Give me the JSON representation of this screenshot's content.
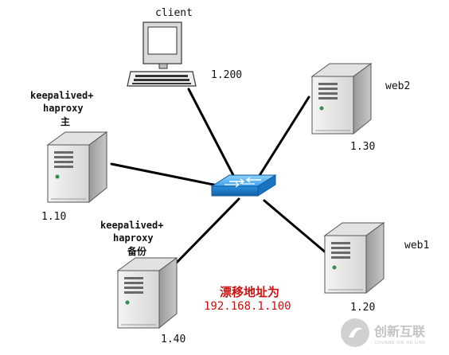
{
  "client": {
    "label": "client",
    "ip": "1.200"
  },
  "master": {
    "line1": "keepalived+",
    "line2": "haproxy",
    "line3": "主",
    "ip": "1.10"
  },
  "backup": {
    "line1": "keepalived+",
    "line2": "haproxy",
    "line3": "备份",
    "ip": "1.40"
  },
  "web2": {
    "label": "web2",
    "ip": "1.30"
  },
  "web1": {
    "label": "web1",
    "ip": "1.20"
  },
  "vip": {
    "line1": "漂移地址为",
    "line2": "192.168.1.100"
  },
  "watermark": {
    "text": "创新互联",
    "sub": "CHUANG XIN HU LIAN"
  },
  "colors": {
    "vip": "#cc1111",
    "switch": "#1e88d8",
    "link": "#000000"
  }
}
